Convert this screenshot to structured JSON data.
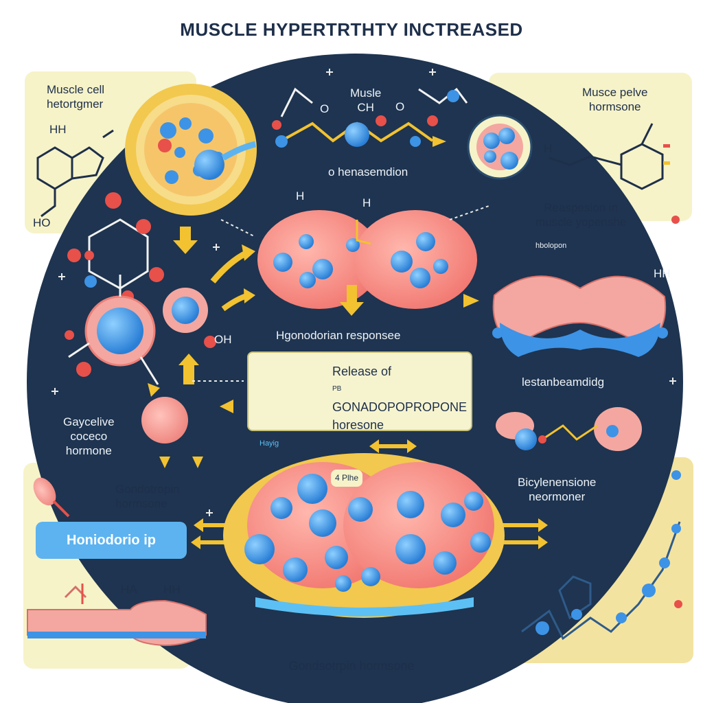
{
  "title": "MUSCLE HYPERTRTHTY INCTREASED",
  "labels": {
    "muscle_cell": [
      "Muscle cell",
      "hetortgmer"
    ],
    "muscle_pelve": [
      "Musce pelve",
      "hormsone"
    ],
    "musle_oh": [
      "Musle",
      "CH"
    ],
    "henasemdion": "o henasemdion",
    "reaspesion": [
      "Reaspesion in",
      "muscle yopenshe"
    ],
    "hobolgon": "hbolopon",
    "hgonodorian": "Hgonodorian responsee",
    "release": [
      "Release of",
      "GONADOPOPROPONE",
      "horesone"
    ],
    "release_prefix": "PB",
    "lestanbeamdidg": "lestanbeamdidg",
    "gaycelive": [
      "Gaycelive",
      "coceco",
      "hormone"
    ],
    "gondotropin": [
      "Gondotropin",
      "hormsone"
    ],
    "honiodorio_ip": "Honiodorio ip",
    "hayig": "Hayig",
    "four_plhe": "4 Plhe",
    "bicylene": [
      "Bicylenensione",
      "neormoner"
    ],
    "bottom": "Gondsotrpin hormsone",
    "ha": "HA",
    "hh_bottom": "HH",
    "hh_top": "HH",
    "ho": "HO",
    "h_right": "H",
    "h_center": "H",
    "h_mid": "H",
    "oh_left": "OH",
    "hh_right": "HH",
    "o_marks": [
      "O",
      "O"
    ]
  },
  "colors": {
    "navy": "#1e3450",
    "cream": "#f6f3c8",
    "pink": "#f3a7a0",
    "blue": "#3d93e6",
    "yellow": "#f2c230",
    "red": "#e8504a"
  }
}
